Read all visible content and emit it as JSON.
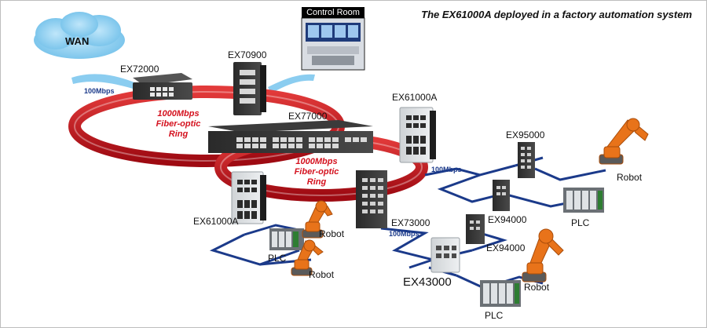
{
  "title": "The EX61000A deployed in a factory automation system",
  "control_room": {
    "label": "Control Room"
  },
  "wan": {
    "label": "WAN"
  },
  "rings": {
    "ring1": {
      "line1": "1000Mbps",
      "line2": "Fiber-optic Ring"
    },
    "ring2": {
      "line1": "1000Mbps",
      "line2": "Fiber-optic Ring"
    }
  },
  "speeds": {
    "wan_link": "100Mbps",
    "right_link": "100Mbps",
    "bottom_link": "100Mbps"
  },
  "devices": {
    "ex72000": "EX72000",
    "ex70900": "EX70900",
    "ex77000": "EX77000",
    "ex61000a_top": "EX61000A",
    "ex95000": "EX95000",
    "ex61000a_left": "EX61000A",
    "ex73000": "EX73000",
    "ex94000_right": "EX94000",
    "ex94000_mid": "EX94000",
    "ex43000": "EX43000"
  },
  "endpoints": {
    "robot_top_right": "Robot",
    "plc_right": "PLC",
    "robot_left_upper": "Robot",
    "plc_left": "PLC",
    "robot_left_lower": "Robot",
    "robot_bottom_right": "Robot",
    "plc_bottom": "PLC"
  },
  "colors": {
    "ring_red": "#c8141e",
    "link_blue": "#1b3a8a",
    "wan_cloud": "#7ec8ee",
    "robot_orange": "#e8731a"
  }
}
